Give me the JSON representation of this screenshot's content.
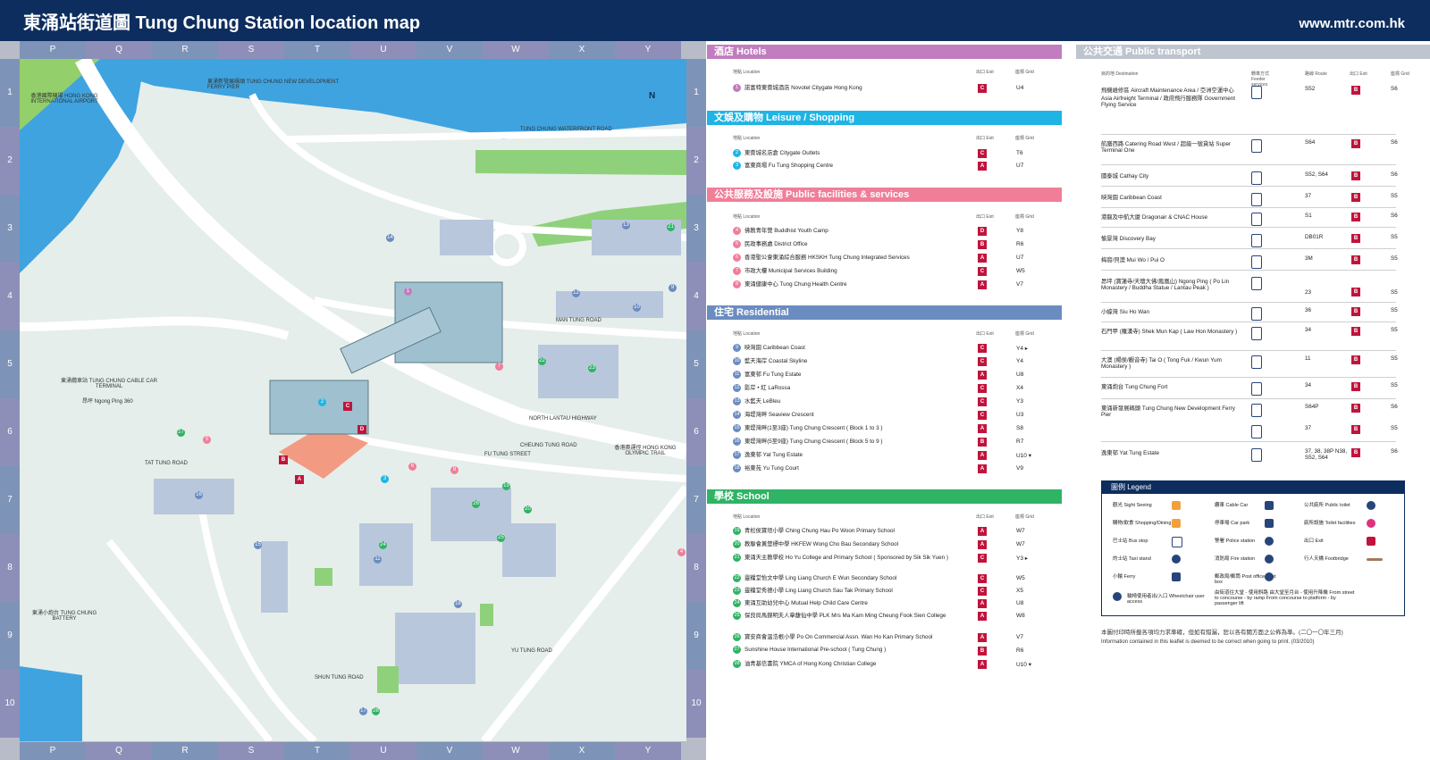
{
  "header": {
    "title": "東涌站街道圖 Tung Chung Station location map",
    "url": "www.mtr.com.hk"
  },
  "map": {
    "columns": [
      "P",
      "Q",
      "R",
      "S",
      "T",
      "U",
      "V",
      "W",
      "X",
      "Y"
    ],
    "rows": [
      "1",
      "2",
      "3",
      "4",
      "5",
      "6",
      "7",
      "8",
      "9",
      "10"
    ],
    "labels": {
      "airport": "香港國際機場 HONG KONG INTERNATIONAL AIRPORT",
      "ferry_pier": "東涌新發展碼頭 TUNG CHUNG NEW DEVELOPMENT FERRY PIER",
      "waterfront_road": "TUNG CHUNG WATERFRONT ROAD",
      "man_tung_road": "MAN TUNG ROAD",
      "north_lantau_hwy": "NORTH LANTAU HIGHWAY",
      "cable_car": "東涌纜車站 TUNG CHUNG CABLE CAR TERMINAL",
      "olympic_trail": "香港奧運徑 HONG KONG OLYMPIC TRAIL",
      "battery": "東涌小炮台 TUNG CHUNG BATTERY",
      "cheung_tung_road": "CHEUNG TUNG ROAD",
      "fu_tung_street": "FU TUNG STREET",
      "yu_tung_road": "YU TUNG ROAD",
      "shun_tung_road": "SHUN TUNG ROAD",
      "tat_tung_road": "TAT TUNG ROAD",
      "ngong_ping": "昂坪 Ngong Ping 360"
    },
    "compass": "N"
  },
  "hotels": {
    "title": "酒店 Hotels",
    "col_location": "地點 Location",
    "col_exit": "出口 Exit",
    "col_grid": "座標 Grid",
    "items": [
      {
        "num": "1",
        "name": "諾富特東薈城酒店 Novotel Citygate Hong Kong",
        "exit": "C",
        "grid": "U4"
      }
    ]
  },
  "leisure": {
    "title": "文娛及購物 Leisure / Shopping",
    "items": [
      {
        "num": "2",
        "name": "東薈城名店倉 Citygate Outlets",
        "exit": "C",
        "grid": "T6"
      },
      {
        "num": "3",
        "name": "富東商場 Fu Tung Shopping Centre",
        "exit": "A",
        "grid": "U7"
      }
    ]
  },
  "public": {
    "title": "公共服務及設施 Public facilities & services",
    "items": [
      {
        "num": "4",
        "name": "佛教青年營 Buddhist Youth Camp",
        "exit": "D",
        "grid": "Y8"
      },
      {
        "num": "5",
        "name": "民政事務處 District Office",
        "exit": "B",
        "grid": "R6"
      },
      {
        "num": "6",
        "name": "香港聖公會東涌綜合服務 HKSKH Tung Chung Integrated Services",
        "exit": "A",
        "grid": "U7"
      },
      {
        "num": "7",
        "name": "市政大樓 Municipal Services Building",
        "exit": "C",
        "grid": "W5"
      },
      {
        "num": "8",
        "name": "東涌健康中心 Tung Chung Health Centre",
        "exit": "A",
        "grid": "V7"
      }
    ]
  },
  "residential": {
    "title": "住宅 Residential",
    "items": [
      {
        "num": "9",
        "name": "映灣園 Caribbean Coast",
        "exit": "C",
        "grid": "Y4 ▸"
      },
      {
        "num": "10",
        "name": "藍天海岸 Coastal Skyline",
        "exit": "C",
        "grid": "Y4"
      },
      {
        "num": "11",
        "name": "富東邨 Fu Tung Estate",
        "exit": "A",
        "grid": "U8"
      },
      {
        "num": "12",
        "name": "影岸 • 紅 LaRossa",
        "exit": "C",
        "grid": "X4"
      },
      {
        "num": "13",
        "name": "水藍天 LeBleu",
        "exit": "C",
        "grid": "Y3"
      },
      {
        "num": "14",
        "name": "海堤灣畔 Seaview Crescent",
        "exit": "C",
        "grid": "U3"
      },
      {
        "num": "15",
        "name": "東堤灣畔(1至3座) Tung Chung Crescent ( Block 1 to 3 )",
        "exit": "A",
        "grid": "S8"
      },
      {
        "num": "16",
        "name": "東堤灣畔(5至9座) Tung Chung Crescent ( Block 5 to 9 )",
        "exit": "B",
        "grid": "R7"
      },
      {
        "num": "17",
        "name": "逸東邨 Yat Tung Estate",
        "exit": "A",
        "grid": "U10 ▾"
      },
      {
        "num": "18",
        "name": "裕東苑 Yu Tung Court",
        "exit": "A",
        "grid": "V9"
      }
    ]
  },
  "school": {
    "title": "學校 School",
    "items": [
      {
        "num": "19",
        "name": "青松侯寶垣小學 Ching Chung Hau Po Woon Primary School",
        "exit": "A",
        "grid": "W7"
      },
      {
        "num": "20",
        "name": "教聯會黃楚標中學 HKFEW Wong Cho Bau Secondary School",
        "exit": "A",
        "grid": "W7"
      },
      {
        "num": "21",
        "name": "東涌天主教學校 Ho Yu College and Primary School ( Sponsored by Sik Sik Yuen )",
        "exit": "C",
        "grid": "Y3 ▸"
      },
      {
        "num": "22",
        "name": "靈糧堂怡文中學 Ling Liang Church E Wun Secondary School",
        "exit": "C",
        "grid": "W5"
      },
      {
        "num": "23",
        "name": "靈糧堂秀德小學 Ling Liang Church Sau Tak Primary School",
        "exit": "C",
        "grid": "X5"
      },
      {
        "num": "24",
        "name": "東涌互助幼兒中心 Mutual Help Child Care Centre",
        "exit": "A",
        "grid": "U8"
      },
      {
        "num": "25",
        "name": "保良局馬錦明夫人章馥仙中學 PLK Mrs Ma Kam Ming Cheung Fook Sien College",
        "exit": "A",
        "grid": "W8"
      },
      {
        "num": "26",
        "name": "寶安商會溫浩根小學 Po On Commercial Assn. Wan Ho Kan Primary School",
        "exit": "A",
        "grid": "V7"
      },
      {
        "num": "27",
        "name": "Sunshine House International Pre-school ( Tung Chung )",
        "exit": "B",
        "grid": "R6"
      },
      {
        "num": "28",
        "name": "油青基信書院 YMCA of Hong Kong Christian College",
        "exit": "A",
        "grid": "U10 ▾"
      }
    ]
  },
  "transport": {
    "title": "公共交通 Public transport",
    "col_dest": "目的地 Destination",
    "col_type": "轉車方式 Feeder services",
    "col_route": "路線 Route",
    "col_exit": "出口 Exit",
    "col_grid": "座標 Grid",
    "items": [
      {
        "dest": "飛機維修區 Aircraft Maintenance Area / 亞洲空運中心 Asia Airfreight Terminal / 政府飛行服務隊 Government Flying Service",
        "route": "S52",
        "exit": "B",
        "grid": "S6"
      },
      {
        "dest": "航膳西路 Catering Road West / 超級一號貨站 Super Terminal One",
        "route": "S64",
        "exit": "B",
        "grid": "S6"
      },
      {
        "dest": "國泰城 Cathay City",
        "route": "S52, S64",
        "exit": "B",
        "grid": "S6"
      },
      {
        "dest": "映灣園 Caribbean Coast",
        "route": "37",
        "exit": "B",
        "grid": "S5"
      },
      {
        "dest": "港龍及中航大廈 Dragonair & CNAC House",
        "route": "S1",
        "exit": "B",
        "grid": "S6"
      },
      {
        "dest": "愉景灣 Discovery Bay",
        "route": "DB01R",
        "exit": "B",
        "grid": "S5"
      },
      {
        "dest": "梅窩/貝澳 Mui Wo / Pui O",
        "route": "3M",
        "exit": "B",
        "grid": "S5"
      },
      {
        "dest": "昂坪 (寶蓮寺/天壇大佛/鳳凰山) Ngong Ping ( Po Lin Monastery / Buddha Statue / Lantau Peak )",
        "route": "23",
        "exit": "B",
        "grid": "S5"
      },
      {
        "dest": "小蠔灣 Siu Ho Wan",
        "route": "36",
        "exit": "B",
        "grid": "S5"
      },
      {
        "dest": "石門甲 (羅漢寺) Shek Mun Kap ( Law Hon Monastery )",
        "route": "34",
        "exit": "B",
        "grid": "S5"
      },
      {
        "dest": "大澳 (楊侯/觀音寺) Tai O ( Tong Fuk / Kwun Yum Monastery )",
        "route": "11",
        "exit": "B",
        "grid": "S5"
      },
      {
        "dest": "東涌炮台 Tung Chung Fort",
        "route": "34",
        "exit": "B",
        "grid": "S5"
      },
      {
        "dest": "東涌新發展碼頭 Tung Chung New Development Ferry Pier",
        "route": "S64P",
        "exit": "B",
        "grid": "S6"
      },
      {
        "dest": "",
        "route": "37",
        "exit": "B",
        "grid": "S5"
      },
      {
        "dest": "逸東邨 Yat Tung Estate",
        "route": "37, 38, 38P N38, S52, S64",
        "exit": "B",
        "grid": "S6"
      }
    ]
  },
  "legend": {
    "title": "圖例 Legend",
    "items": [
      "觀光 Sight Seeing",
      "纜車 Cable Car",
      "公共廁所 Public toilet",
      "購物/飲食 Shopping/Dining",
      "停車場 Car park",
      "廁所設施 Toilet facilities",
      "巴士站 Bus stop",
      "警署 Police station",
      "出口 Exit",
      "的士站 Taxi stand",
      "消防局 Fire station",
      "行人天橋 Footbridge",
      "小輪 Ferry",
      "郵政局/郵筒 Post office/Post box"
    ],
    "wheelchair": "輪椅使用者出/入口 Wheelchair user access",
    "wheelchair_note": "由街道往大堂 - 使用斜路 由大堂至月台 - 使用升降機 From street to concourse - by ramp From concourse to platform - by passenger lift"
  },
  "footer_note": "本圖付印時所載各項均力求準確，但如有錯漏，恕以各有關方面之公佈為準。(二〇一〇年三月)",
  "footer_note_en": "Information contained in this leaflet is deemed to be correct when going to print. (03/2010)",
  "colors": {
    "header": "#0d2d5e",
    "hotels": "#c17dbf",
    "leisure": "#1fb4e4",
    "public": "#f07e99",
    "residential": "#6b8cc0",
    "school": "#2fb364",
    "transport": "#bfc5ce",
    "exit": "#c0143c"
  }
}
